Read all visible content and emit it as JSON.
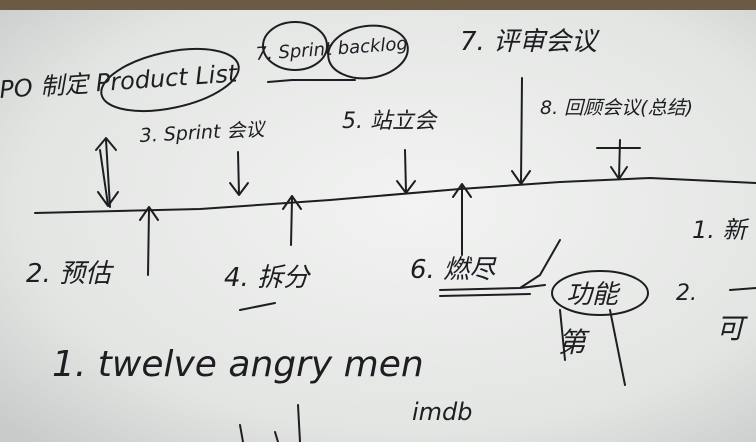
{
  "whiteboard": {
    "colors": {
      "board": "#e6e8e6",
      "board_shadow": "#c9ccca",
      "frame": "#6b5a44",
      "marker": "#1e1e22"
    },
    "notes": {
      "po_list": "PO 制定 Product List",
      "sprint_backlog": "7. Sprint backlog",
      "review_meeting": "7. 评审会议",
      "sprint_meeting": "3. Sprint 会议",
      "standup": "5. 站立会",
      "retrospective": "8. 回顾会议(总结)",
      "estimate": "2. 预估",
      "breakdown": "4. 拆分",
      "burndown": "6. 燃尽",
      "right_top": "1. 新",
      "features": "功能",
      "right_bottom": "第",
      "right_num": "2.",
      "right_edge": "可",
      "twelve": "1.  twelve angry men",
      "imdb": "imdb"
    }
  }
}
